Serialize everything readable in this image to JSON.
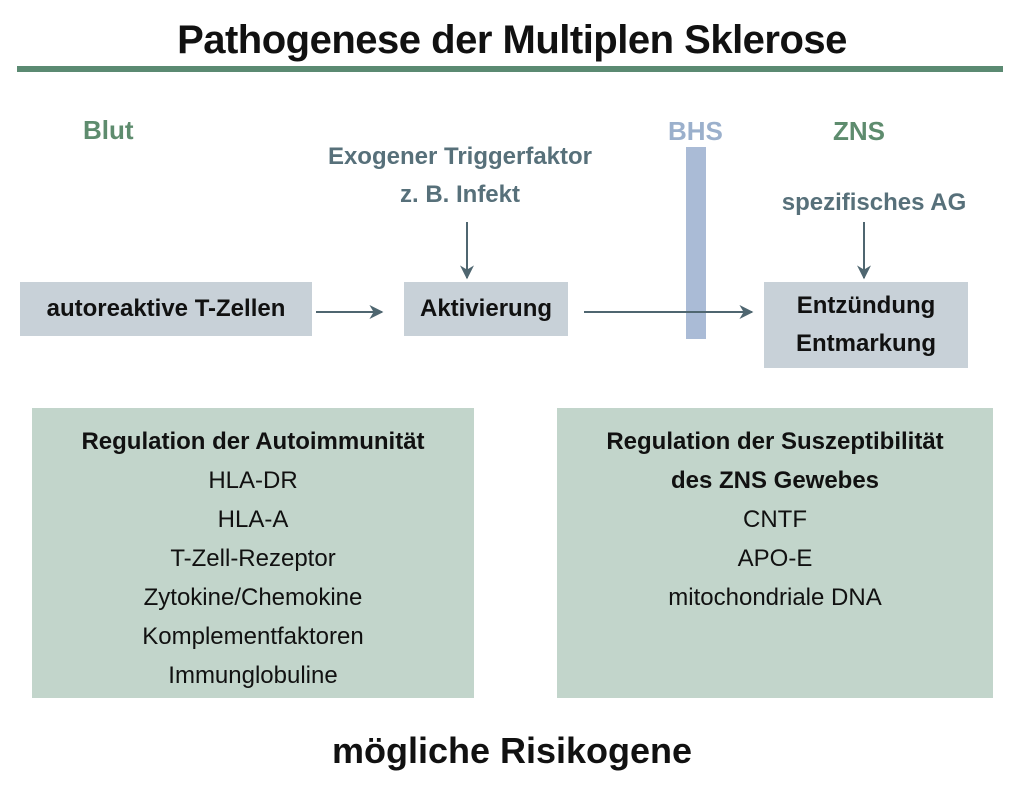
{
  "title": "Pathogenese der Multiplen Sklerose",
  "regions": {
    "blut": "Blut",
    "bhs": "BHS",
    "zns": "ZNS"
  },
  "triggers": {
    "exogenous_line1": "Exogener Triggerfaktor",
    "exogenous_line2": "z. B. Infekt",
    "specific_antigen": "spezifisches AG"
  },
  "nodes": {
    "t_cells": "autoreaktive T-Zellen",
    "activation": "Aktivierung",
    "inflammation": "Entzündung",
    "demyelination": "Entmarkung"
  },
  "panels": {
    "autoimmunity": {
      "title": "Regulation der Autoimmunität",
      "items": [
        "HLA-DR",
        "HLA-A",
        "T-Zell-Rezeptor",
        "Zytokine/Chemokine",
        "Komplementfaktoren",
        "Immunglobuline"
      ]
    },
    "susceptibility": {
      "title_line1": "Regulation der Suszeptibilität",
      "title_line2": "des ZNS Gewebes",
      "items": [
        "CNTF",
        "APO-E",
        "mitochondriale DNA"
      ]
    }
  },
  "footer": "mögliche Risikogene",
  "colors": {
    "accent_green": "#5b8a72",
    "bhs_blue": "#aabbd6",
    "node_gray": "#c8d1d8",
    "panel_green": "#c2d5cb",
    "arrow": "#4f6670"
  }
}
